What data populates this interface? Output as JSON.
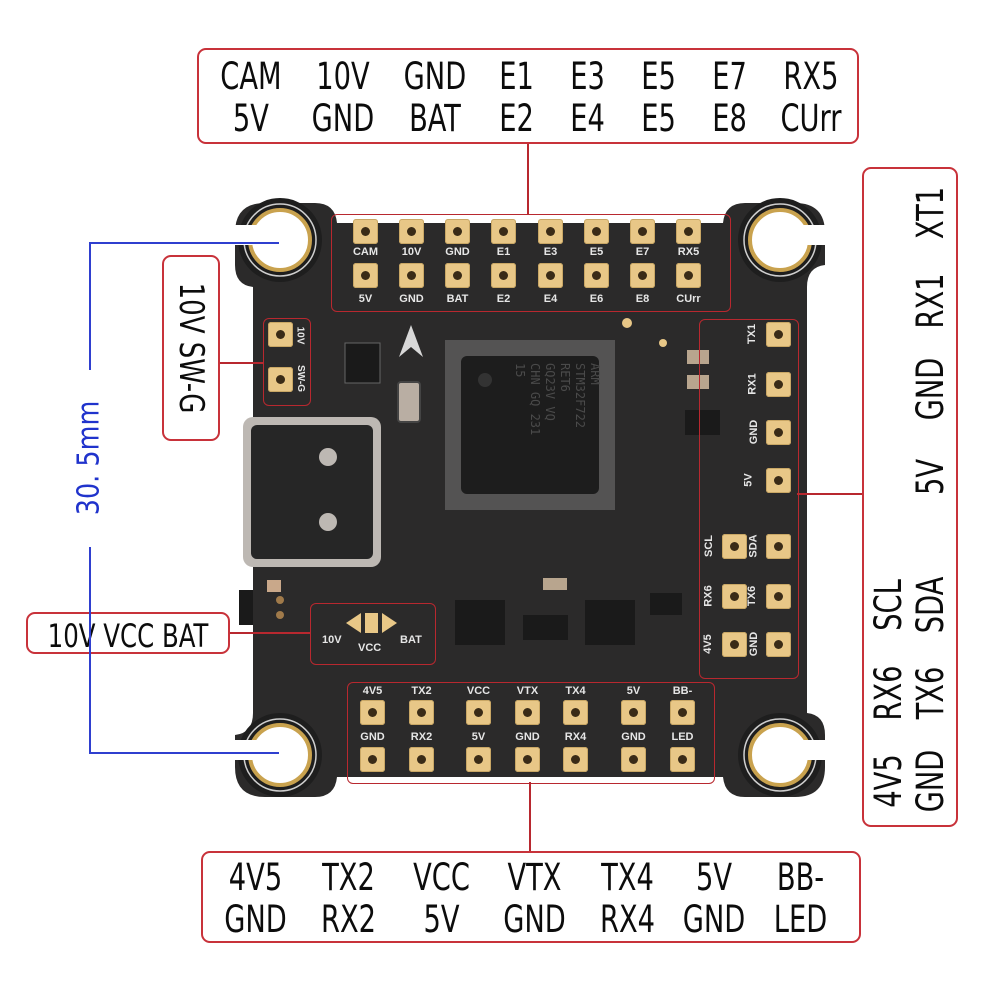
{
  "top_callout": {
    "row1": [
      "CAM",
      "10V",
      "GND",
      "E1",
      "E3",
      "E5",
      "E7",
      "RX5"
    ],
    "row2": [
      "5V",
      "GND",
      "BAT",
      "E2",
      "E4",
      "E5",
      "E8",
      "CUrr"
    ]
  },
  "right_callout": {
    "col_upper": [
      "XT1",
      "RX1",
      "GND",
      "5V"
    ],
    "col_lower_row1": [
      "4V5",
      "RX6",
      "SCL"
    ],
    "col_lower_row2": [
      "GND",
      "TX6",
      "SDA"
    ]
  },
  "bottom_callout": {
    "row1": [
      "4V5",
      "TX2",
      "VCC",
      "VTX",
      "TX4",
      "5V",
      "BB-"
    ],
    "row2": [
      "GND",
      "RX2",
      "5V",
      "GND",
      "RX4",
      "GND",
      "LED"
    ]
  },
  "left_callouts": {
    "switch_label": "10V SW-G",
    "vcc_label": "10V VCC BAT"
  },
  "dimension": {
    "label": "30. 5mm"
  },
  "board": {
    "top_pads_row1": [
      "CAM",
      "10V",
      "GND",
      "E1",
      "E3",
      "E5",
      "E7",
      "RX5"
    ],
    "top_pads_row2": [
      "5V",
      "GND",
      "BAT",
      "E2",
      "E4",
      "E6",
      "E8",
      "CUrr"
    ],
    "right_pads_upper": [
      "TX1",
      "RX1",
      "GND",
      "5V"
    ],
    "right_pads_lower_left": [
      "SCL",
      "RX6",
      "4V5"
    ],
    "right_pads_lower_right": [
      "SDA",
      "TX6",
      "GND"
    ],
    "bottom_pads_row1": [
      "4V5",
      "TX2",
      "VCC",
      "VTX",
      "TX4",
      "5V",
      "BB-"
    ],
    "bottom_pads_row2": [
      "GND",
      "RX2",
      "5V",
      "GND",
      "RX4",
      "GND",
      "LED"
    ],
    "switch_pads": [
      "10V",
      "SW-G"
    ],
    "vcc_jumper": [
      "10V",
      "VCC",
      "BAT"
    ],
    "mcu_marking": [
      "ARM",
      "STM32F722",
      "RET6",
      "GQ23V VQ",
      "CHN GQ 231",
      "15"
    ]
  },
  "colors": {
    "callout_border": "#c8323a",
    "dimension_blue": "#2f3fcf",
    "pcb": "#2a2a2a",
    "pad_gold": "#e8c787"
  }
}
